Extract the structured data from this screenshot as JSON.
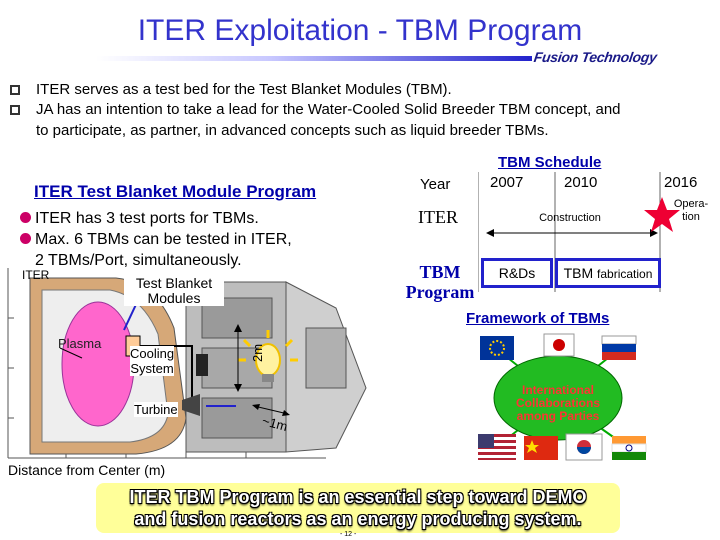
{
  "title": "ITER Exploitation - TBM Program",
  "brand": "Fusion Technology",
  "bullets": [
    "ITER serves as a test bed for the Test Blanket Modules (TBM).",
    "JA has an intention to take a lead for the Water-Cooled Solid Breeder TBM concept, and",
    "to participate, as partner, in advanced concepts such as liquid breeder TBMs."
  ],
  "program": {
    "title": "ITER Test Blanket Module Program",
    "items": [
      "ITER has 3 test ports for TBMs.",
      "Max. 6 TBMs can be tested in ITER,",
      "2 TBMs/Port, simultaneously."
    ]
  },
  "schedule": {
    "title": "TBM Schedule",
    "year_label": "Year",
    "years": [
      "2007",
      "2010",
      "2016"
    ],
    "iter_label": "ITER",
    "construction": "Construction",
    "operation": [
      "Opera-",
      "tion"
    ],
    "tbm_label": [
      "TBM",
      "Program"
    ],
    "rds": "R&Ds",
    "fabrication_main": "TBM",
    "fabrication_sub": "fabrication"
  },
  "figure": {
    "iter": "ITER",
    "test_blanket": [
      "Test Blanket",
      "Modules"
    ],
    "plasma": "Plasma",
    "cooling": [
      "Cooling",
      "System"
    ],
    "turbine": "Turbine",
    "dist_2m": "2m",
    "dist_1m": "~1m",
    "xaxis": "Distance from Center (m)"
  },
  "framework": {
    "title": "Framework of TBMs",
    "center": [
      "International",
      "Collaborations",
      "among Parties"
    ]
  },
  "conclusion": [
    "ITER TBM Program is an essential step toward DEMO",
    "and fusion reactors as an energy producing system."
  ],
  "page_num": "- 12 -",
  "colors": {
    "title": "#3333cc",
    "accent_blue": "#0000aa",
    "magenta": "#cc0066",
    "star": "#ee0033"
  }
}
